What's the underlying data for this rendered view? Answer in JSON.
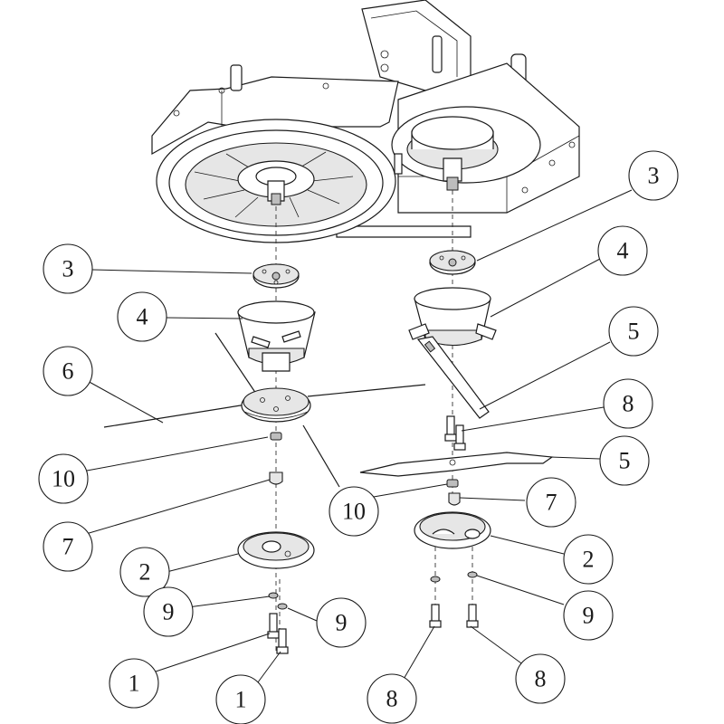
{
  "diagram": {
    "labels": {
      "c1a": "1",
      "c1b": "1",
      "c2a": "2",
      "c2b": "2",
      "c3a": "3",
      "c3b": "3",
      "c4a": "4",
      "c4b": "4",
      "c5a": "5",
      "c5b": "5",
      "c6": "6",
      "c7a": "7",
      "c7b": "7",
      "c8a": "8",
      "c8b": "8",
      "c8c": "8",
      "c9a": "9",
      "c9b": "9",
      "c9c": "9",
      "c10a": "10",
      "c10b": "10"
    }
  }
}
